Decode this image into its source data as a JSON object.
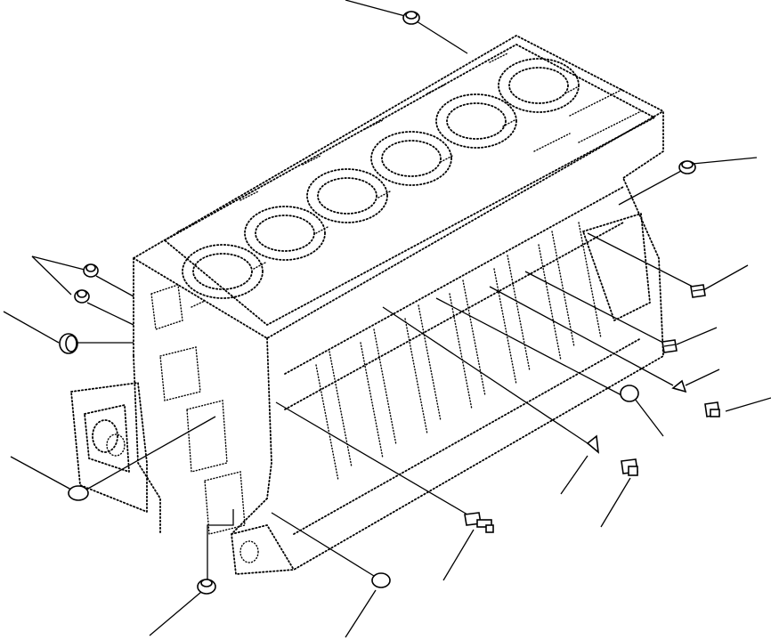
{
  "figure": {
    "description_visible_text": "",
    "parts": [
      {
        "id": "plug-top",
        "kind": "cap-plug"
      },
      {
        "id": "plug-right-upper",
        "kind": "cap-plug"
      },
      {
        "id": "bolt-right-1",
        "kind": "bolt"
      },
      {
        "id": "bolt-right-2",
        "kind": "bolt"
      },
      {
        "id": "washer-right",
        "kind": "washer"
      },
      {
        "id": "bolt-right-3",
        "kind": "bolt"
      },
      {
        "id": "plug-right-mid",
        "kind": "cap-plug"
      },
      {
        "id": "washer-right-lower",
        "kind": "washer"
      },
      {
        "id": "bolt-right-lower",
        "kind": "bolt"
      },
      {
        "id": "stud-bottom",
        "kind": "stud"
      },
      {
        "id": "plug-bottom-1",
        "kind": "cap-plug"
      },
      {
        "id": "plug-bottom-2",
        "kind": "cap-plug"
      },
      {
        "id": "plug-left-low",
        "kind": "cap-plug"
      },
      {
        "id": "plug-left-1",
        "kind": "cap-plug"
      },
      {
        "id": "plug-left-2",
        "kind": "cap-plug"
      },
      {
        "id": "plug-left-3",
        "kind": "cap-plug"
      }
    ]
  }
}
